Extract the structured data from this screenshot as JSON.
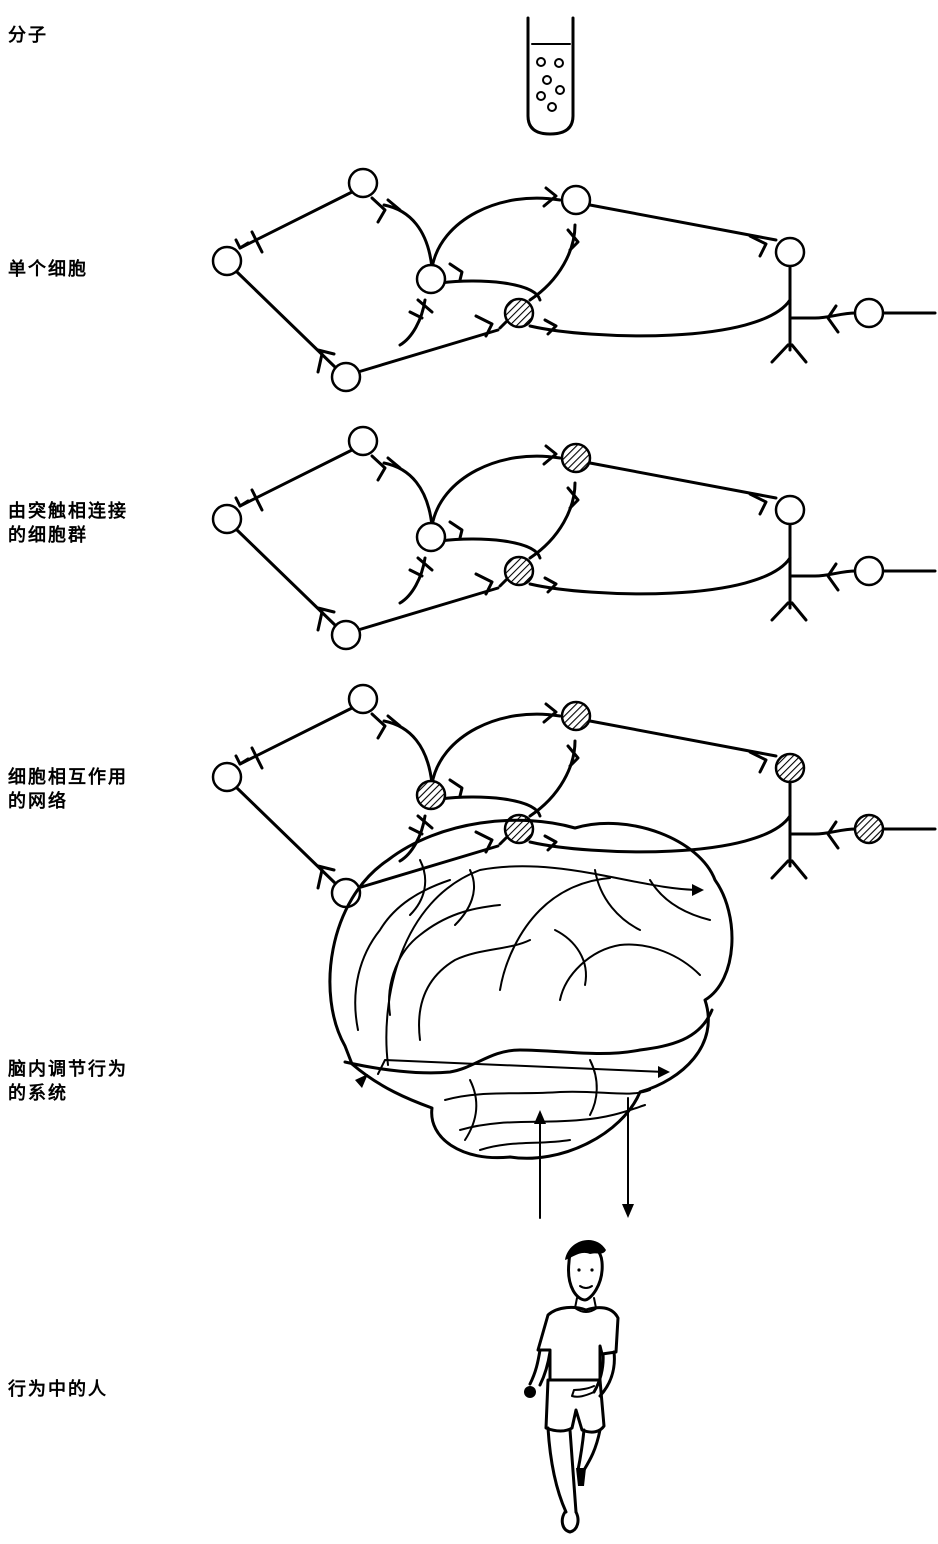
{
  "levels": [
    {
      "id": "molecule",
      "label_lines": [
        "分子"
      ]
    },
    {
      "id": "single-cell",
      "label_lines": [
        "单个细胞"
      ]
    },
    {
      "id": "synaptic-group",
      "label_lines": [
        "由突触相连接",
        "的细胞群"
      ]
    },
    {
      "id": "interaction-network",
      "label_lines": [
        "细胞相互作用",
        "的网络"
      ]
    },
    {
      "id": "brain-system",
      "label_lines": [
        "脑内调节行为",
        "的系统"
      ]
    },
    {
      "id": "person",
      "label_lines": [
        "行为中的人"
      ]
    }
  ],
  "networks": [
    {
      "id": "single-cell",
      "active": [
        "C"
      ]
    },
    {
      "id": "synaptic-group",
      "active": [
        "C",
        "E"
      ]
    },
    {
      "id": "interaction-network",
      "active": [
        "B",
        "C",
        "E",
        "F",
        "G"
      ]
    }
  ]
}
